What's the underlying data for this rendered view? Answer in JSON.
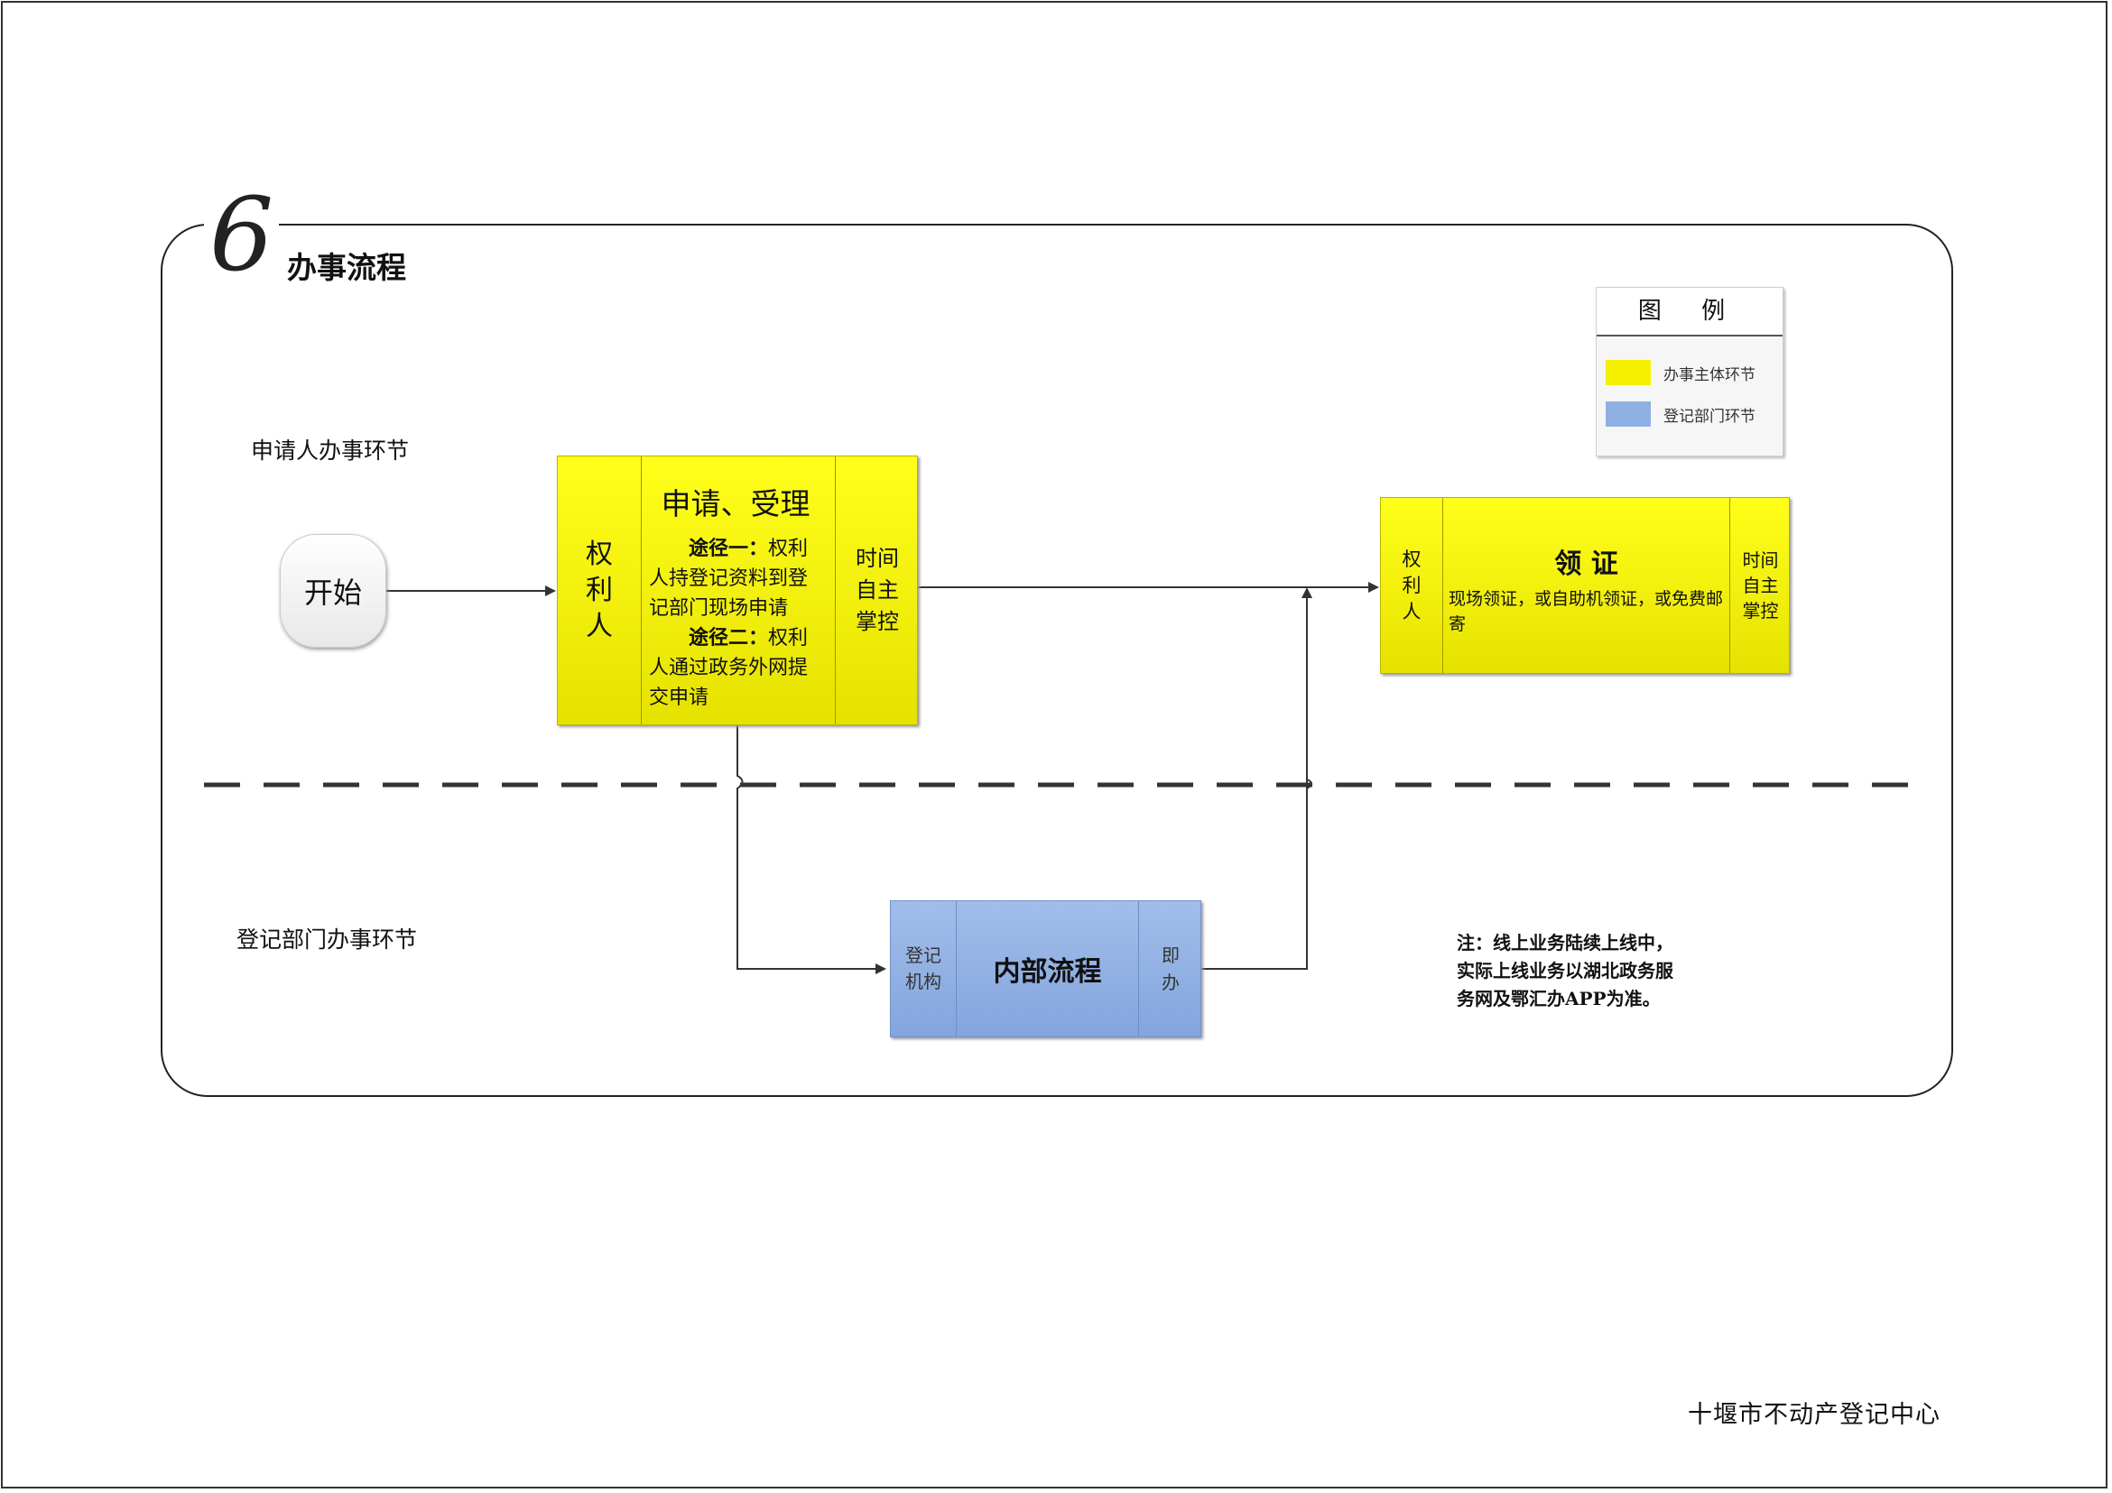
{
  "section": {
    "number": "6",
    "title": "办事流程"
  },
  "lanes": {
    "applicant": "申请人办事环节",
    "department": "登记部门办事环节"
  },
  "legend": {
    "title": "图  例",
    "items": [
      {
        "label": "办事主体环节",
        "color": "#f5f000"
      },
      {
        "label": "登记部门环节",
        "color": "#8fb0e3"
      }
    ]
  },
  "nodes": {
    "start": {
      "label": "开始"
    },
    "apply": {
      "actor": "权利人",
      "title": "申请、受理",
      "path1_label": "途径一：",
      "path1_text": "权利人持登记资料到登记部门现场申请",
      "path2_label": "途径二：",
      "path2_text": "权利人通过政务外网提交申请",
      "time": "时间自主掌控"
    },
    "internal": {
      "actor": "登记机构",
      "title": "内部流程",
      "time": "即办"
    },
    "receive": {
      "actor": "权利人",
      "title": "领 证",
      "desc": "现场领证，或自助机领证，或免费邮寄",
      "time": "时间自主掌控"
    }
  },
  "note": "注：线上业务陆续上线中，\n实际上线业务以湖北政务服\n务网及鄂汇办APP为准。",
  "footer": "十堰市不动产登记中心",
  "colors": {
    "process_yellow": "#f5f000",
    "dept_blue": "#8fb0e3"
  }
}
